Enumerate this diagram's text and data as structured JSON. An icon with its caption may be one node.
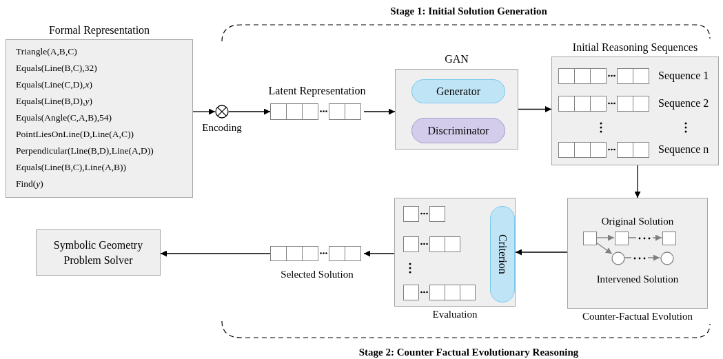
{
  "diagram": {
    "nodes": [
      {
        "text": [
          "Formal Representation",
          "Triangle(A,B,C)",
          "Equals(Line(B,C),32)",
          "Equals(Line(C,D),*x*)",
          "Equals(Line(B,D),*y*)",
          "Equals(Angle(C,A,B),54)",
          "PointLiesOnLine(D,Line(A,C))",
          "Perpendicular(Line(B,D),Line(A,D))",
          "Equals(Line(B,C),Line(A,B))",
          "Find(*y*)"
        ]
      },
      {
        "text": [],
        "shape": "circle",
        "beside": [
          "Encoding"
        ]
      },
      {
        "text": [
          "Latent Representation"
        ]
      },
      {
        "text": [
          "GAN"
        ]
      },
      {
        "text": [
          "Generator"
        ],
        "in": 3
      },
      {
        "text": [
          "Discriminator"
        ],
        "in": 3
      },
      {
        "text": [
          "Initial Reasoning Sequences",
          "Sequence 1",
          "Sequence 2",
          "Sequence n"
        ]
      },
      {
        "text": [
          "Original Solution",
          "Intervened Solution",
          "Counter-Factual Evolution"
        ]
      },
      {
        "text": [],
        "shape": "box",
        "in": 7
      },
      {
        "text": [],
        "shape": "box",
        "in": 7
      },
      {
        "text": [],
        "shape": "box",
        "in": 7
      },
      {
        "text": [],
        "shape": "circle",
        "in": 7
      },
      {
        "text": [],
        "shape": "circle",
        "in": 7
      },
      {
        "text": [
          "Evaluation"
        ]
      },
      {
        "text": [
          "Criterion"
        ],
        "in": 13
      },
      {
        "text": [
          "Selected Solution"
        ]
      },
      {
        "text": [
          "Symbolic Geometry Problem Solver"
        ]
      }
    ],
    "edges": [
      {
        "from": 0,
        "to": 1,
        "arrow": "to"
      },
      {
        "from": 1,
        "to": 2,
        "arrow": "to"
      },
      {
        "from": 2,
        "to": 3,
        "arrow": "to"
      },
      {
        "from": 3,
        "to": 6,
        "arrow": "to"
      },
      {
        "from": 6,
        "to": 7,
        "arrow": "to"
      },
      {
        "from": 8,
        "to": 9,
        "arrow": "to",
        "color": "#7f7f7f"
      },
      {
        "from": 9,
        "to": 10,
        "arrow": "to",
        "color": "#7f7f7f"
      },
      {
        "from": 8,
        "to": 11,
        "arrow": "to",
        "color": "#7f7f7f"
      },
      {
        "from": 11,
        "to": 12,
        "arrow": "to",
        "color": "#7f7f7f"
      },
      {
        "from": 7,
        "to": 13,
        "arrow": "to"
      },
      {
        "from": 13,
        "to": 15,
        "arrow": "to"
      },
      {
        "from": 15,
        "to": 16,
        "arrow": "to"
      }
    ],
    "labels": [
      "Stage 1: Initial Solution Generation",
      "Stage 2: Counter Factual Evolutionary Reasoning"
    ]
  }
}
